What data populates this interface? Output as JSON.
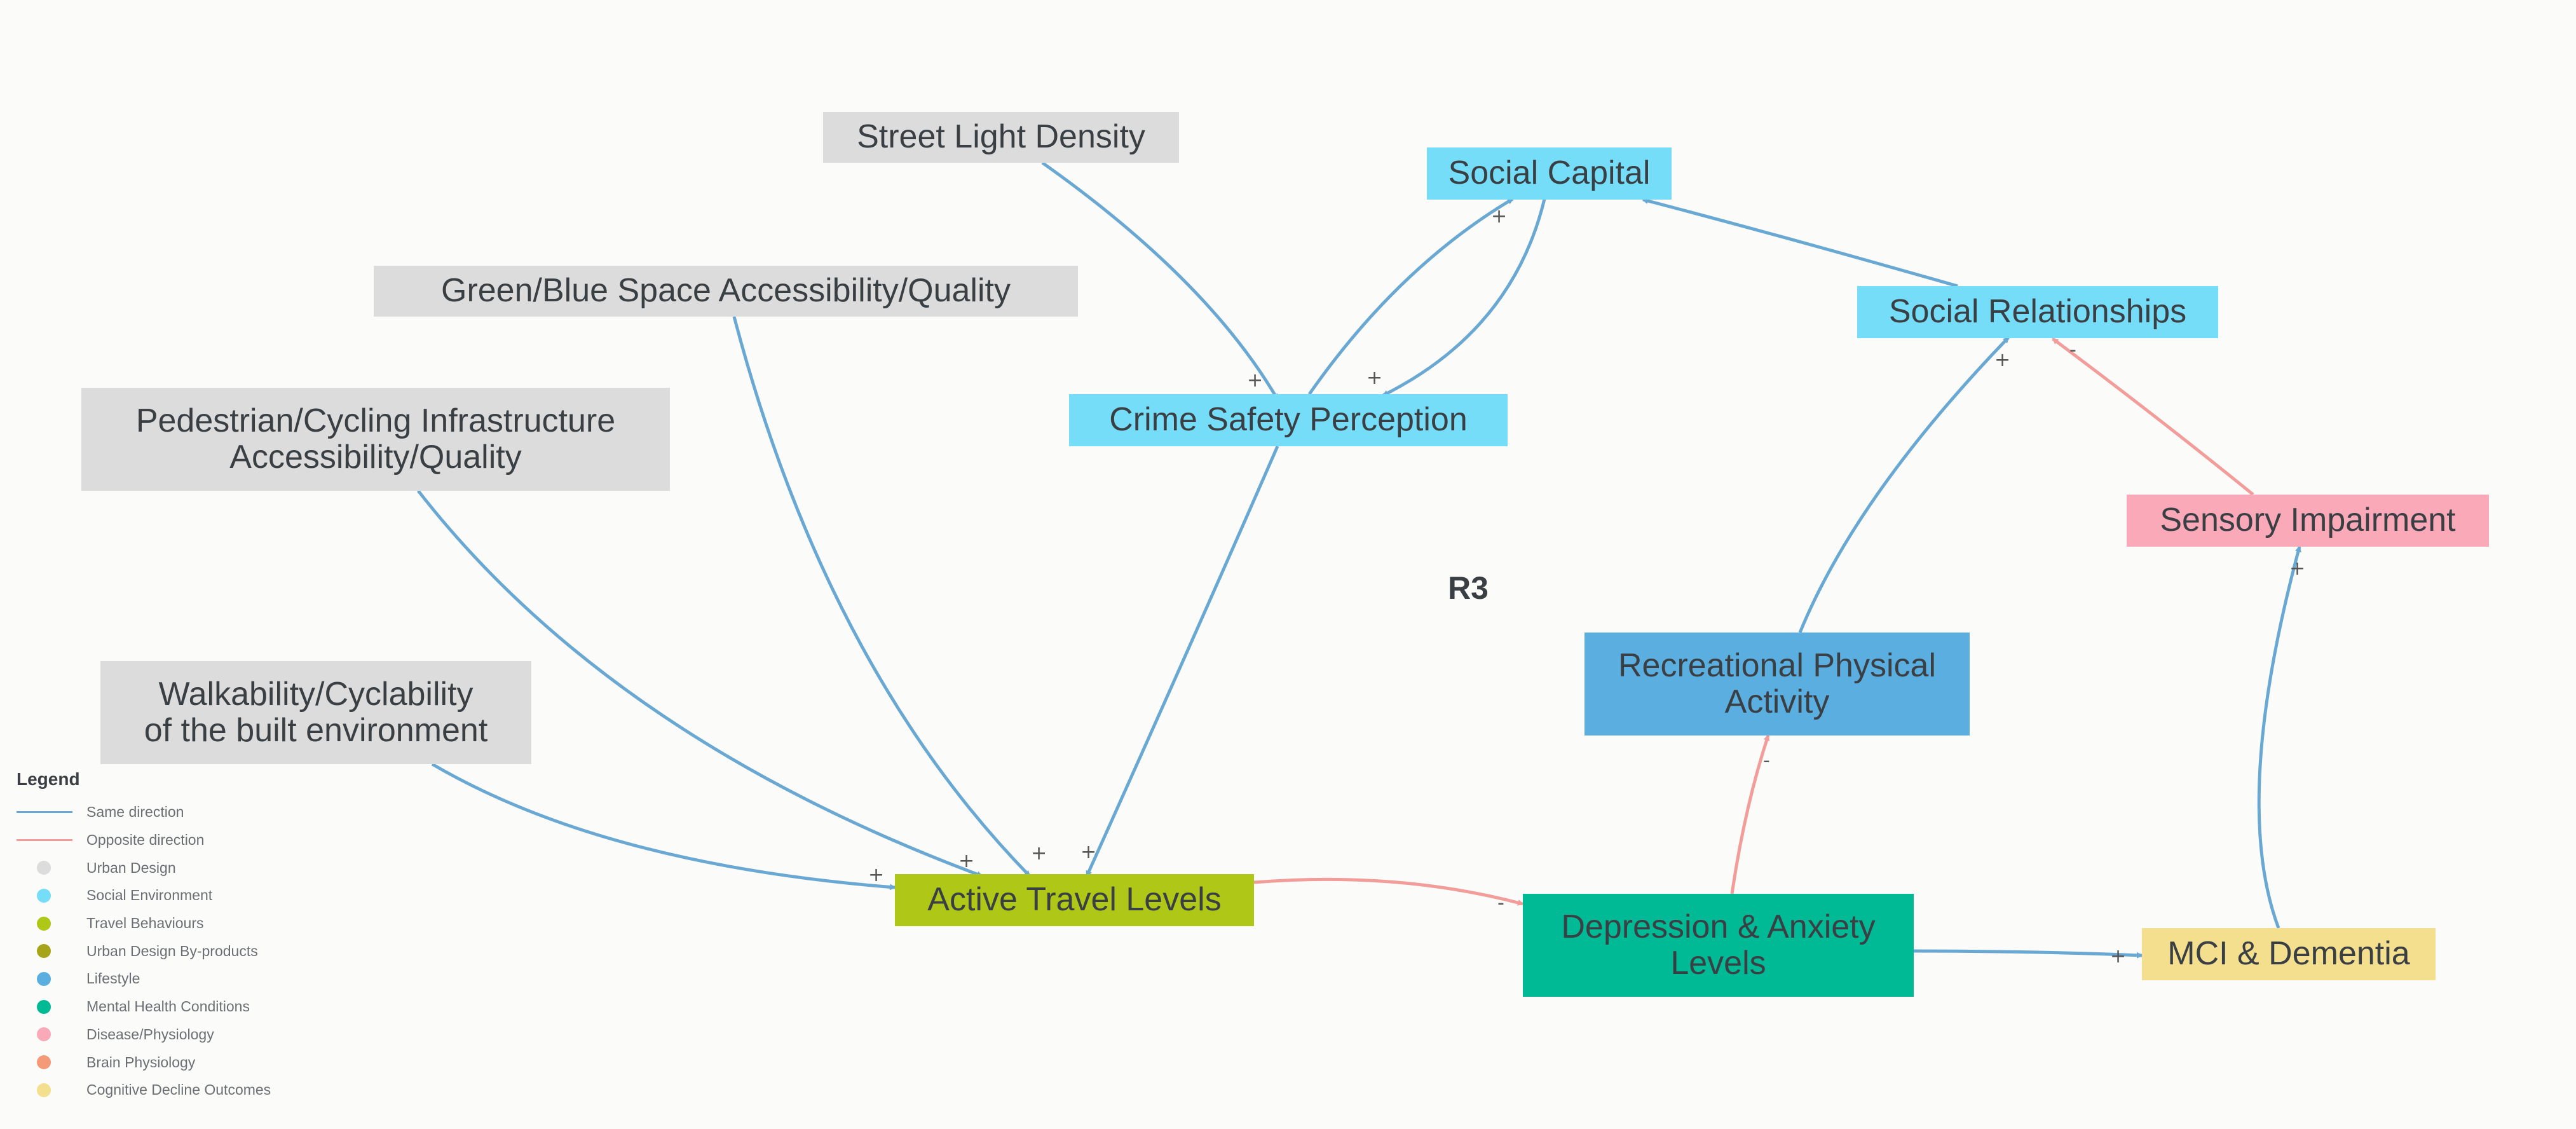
{
  "colors": {
    "urban_design": "#dcdcdc",
    "social_environment": "#76ddf9",
    "travel_behaviours": "#afc818",
    "lifestyle": "#5aaee0",
    "mental_health": "#00ba96",
    "disease_physiology": "#f9a9b8",
    "cognitive_decline": "#f3df8d",
    "same_direction": "#6aa8d4",
    "opposite_direction": "#f29d99"
  },
  "loop_label": "R3",
  "nodes": [
    {
      "id": "street_light",
      "label": "Street Light Density",
      "category": "urban_design"
    },
    {
      "id": "green_blue",
      "label": "Green/Blue Space Accessibility/Quality",
      "category": "urban_design"
    },
    {
      "id": "ped_cycling",
      "label": "Pedestrian/Cycling Infrastructure\nAccessibility/Quality",
      "category": "urban_design"
    },
    {
      "id": "walkability",
      "label": "Walkability/Cyclability\nof the built environment",
      "category": "urban_design"
    },
    {
      "id": "social_capital",
      "label": "Social Capital",
      "category": "social_environment"
    },
    {
      "id": "crime_safety",
      "label": "Crime Safety Perception",
      "category": "social_environment"
    },
    {
      "id": "social_rel",
      "label": "Social Relationships",
      "category": "social_environment"
    },
    {
      "id": "sensory",
      "label": "Sensory Impairment",
      "category": "disease_physiology"
    },
    {
      "id": "recreational",
      "label": "Recreational Physical\nActivity",
      "category": "lifestyle"
    },
    {
      "id": "active_travel",
      "label": "Active Travel Levels",
      "category": "travel_behaviours"
    },
    {
      "id": "depression",
      "label": "Depression & Anxiety\nLevels",
      "category": "mental_health"
    },
    {
      "id": "mci",
      "label": "MCI & Dementia",
      "category": "cognitive_decline"
    }
  ],
  "edges": [
    {
      "from": "street_light",
      "to": "crime_safety",
      "type": "same",
      "sign": "+"
    },
    {
      "from": "crime_safety",
      "to": "social_capital",
      "type": "same",
      "sign": "+"
    },
    {
      "from": "social_capital",
      "to": "crime_safety",
      "type": "same",
      "sign": "+"
    },
    {
      "from": "social_rel",
      "to": "social_capital",
      "type": "same",
      "sign": ""
    },
    {
      "from": "green_blue",
      "to": "active_travel",
      "type": "same",
      "sign": "+"
    },
    {
      "from": "ped_cycling",
      "to": "active_travel",
      "type": "same",
      "sign": "+"
    },
    {
      "from": "walkability",
      "to": "active_travel",
      "type": "same",
      "sign": "+"
    },
    {
      "from": "crime_safety",
      "to": "active_travel",
      "type": "same",
      "sign": "+"
    },
    {
      "from": "active_travel",
      "to": "depression",
      "type": "opposite",
      "sign": "-"
    },
    {
      "from": "depression",
      "to": "recreational",
      "type": "opposite",
      "sign": "-"
    },
    {
      "from": "recreational",
      "to": "social_rel",
      "type": "same",
      "sign": "+"
    },
    {
      "from": "sensory",
      "to": "social_rel",
      "type": "opposite",
      "sign": "-"
    },
    {
      "from": "depression",
      "to": "mci",
      "type": "same",
      "sign": "+"
    },
    {
      "from": "mci",
      "to": "sensory",
      "type": "same",
      "sign": "+"
    }
  ],
  "legend": {
    "title": "Legend",
    "lines": [
      {
        "label": "Same direction",
        "color": "#6aa8d4"
      },
      {
        "label": "Opposite direction",
        "color": "#f29d99"
      }
    ],
    "categories": [
      {
        "label": "Urban Design",
        "color": "#dcdcdc"
      },
      {
        "label": "Social Environment",
        "color": "#76ddf9"
      },
      {
        "label": "Travel Behaviours",
        "color": "#afc818"
      },
      {
        "label": "Urban Design By-products",
        "color": "#a6a519"
      },
      {
        "label": "Lifestyle",
        "color": "#5aaee0"
      },
      {
        "label": "Mental Health Conditions",
        "color": "#00ba96"
      },
      {
        "label": "Disease/Physiology",
        "color": "#f9a9b8"
      },
      {
        "label": "Brain Physiology",
        "color": "#f59a78"
      },
      {
        "label": "Cognitive Decline Outcomes",
        "color": "#f3df8d"
      }
    ]
  }
}
